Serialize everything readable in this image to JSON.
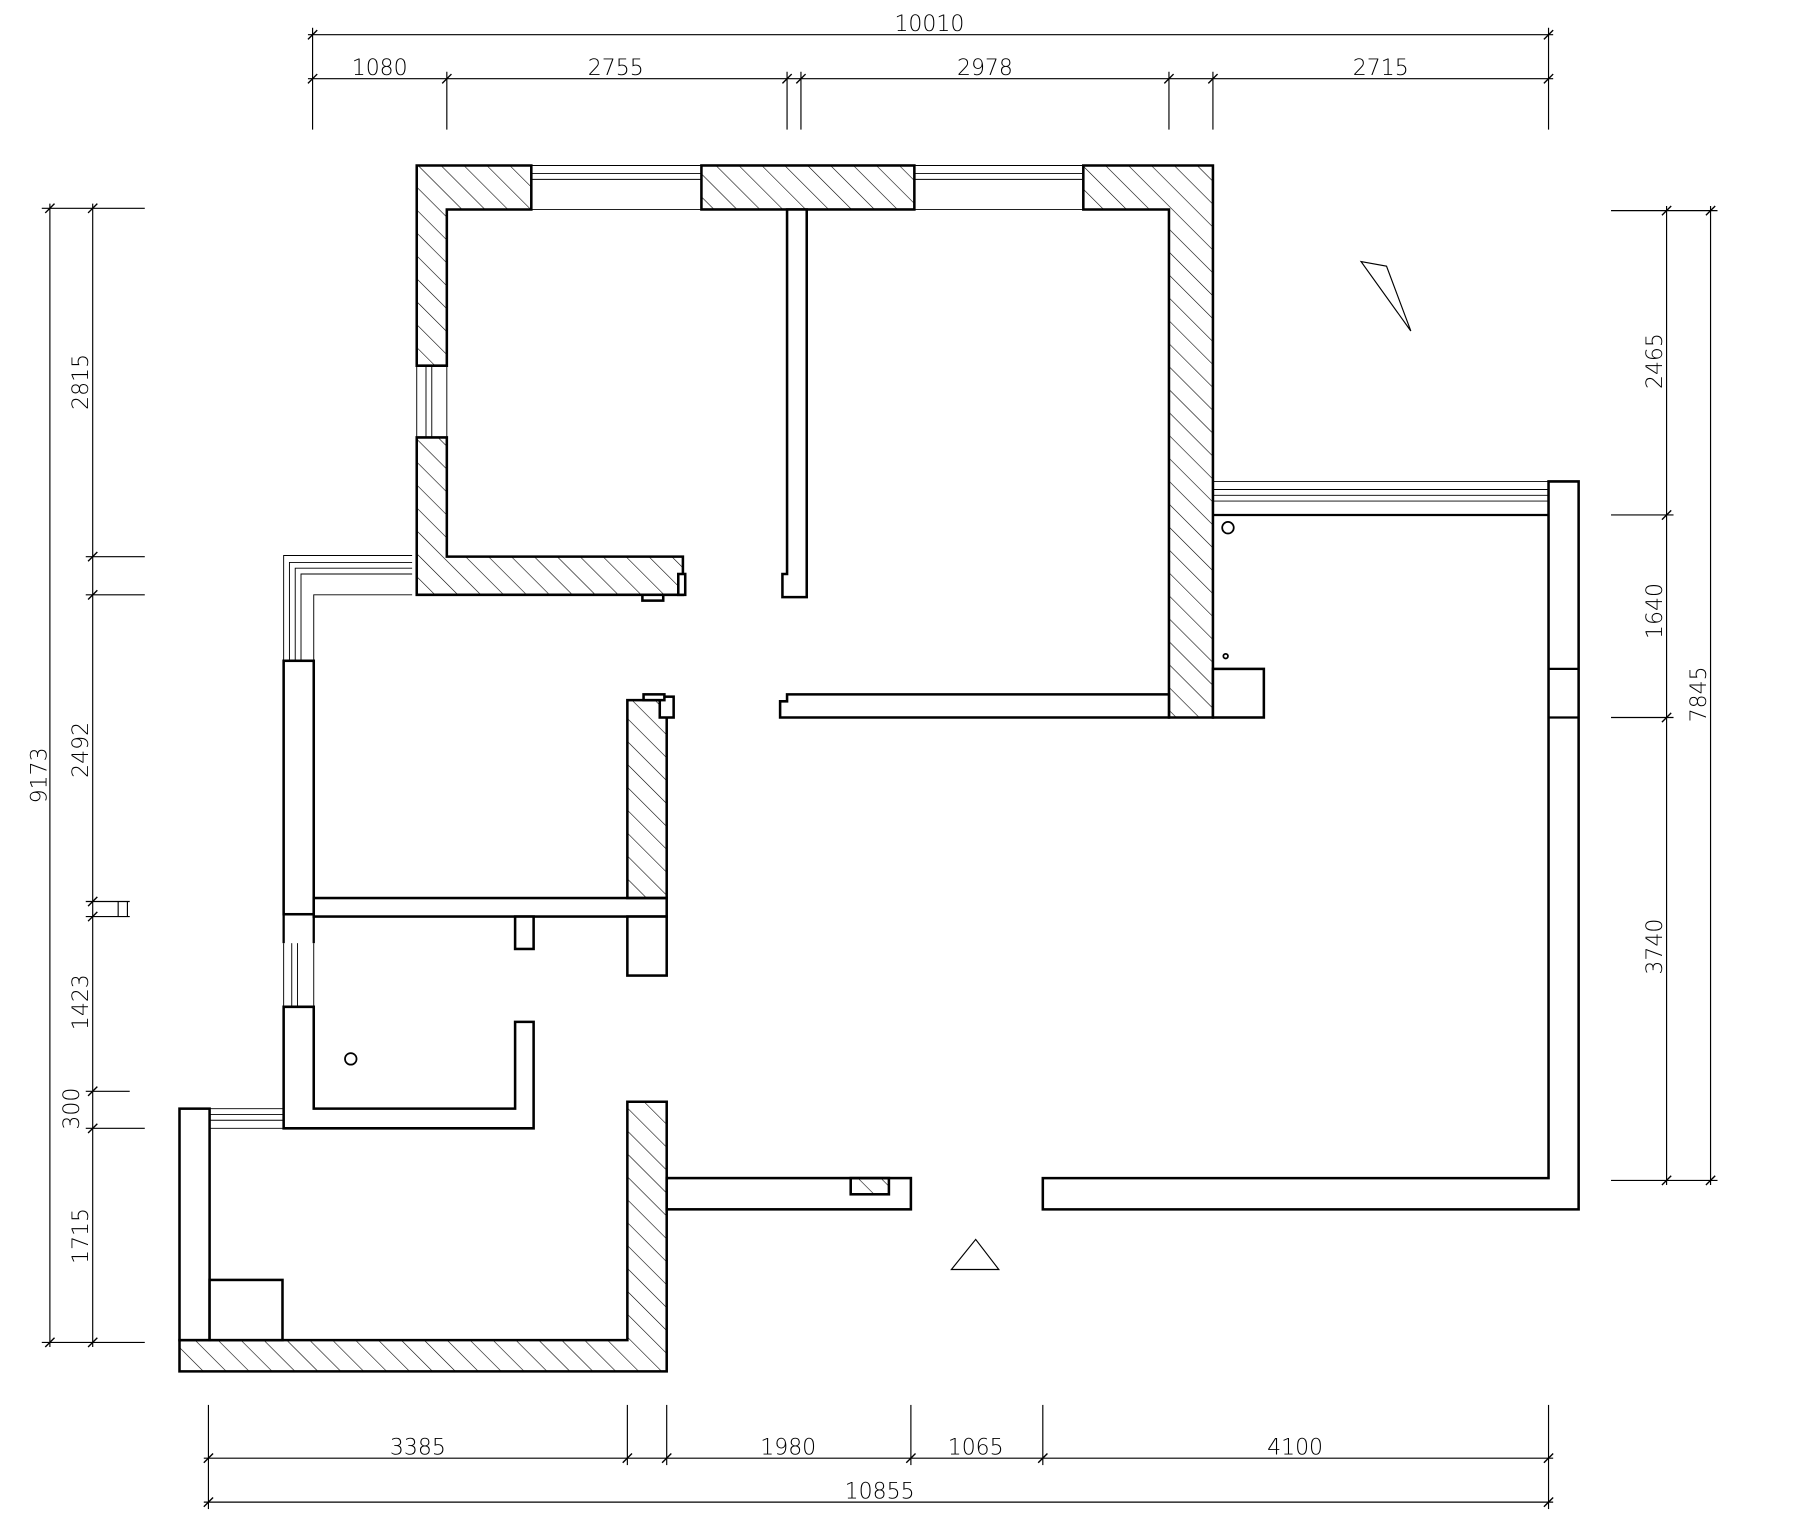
{
  "dimensions": {
    "top_total": "10010",
    "top": [
      "1080",
      "2755",
      "2978",
      "2715"
    ],
    "left_total": "9173",
    "left": [
      "2815",
      "2492",
      "1423",
      "300",
      "1715"
    ],
    "right_total": "7845",
    "right": [
      "2465",
      "1640",
      "3740"
    ],
    "bottom": [
      "3385",
      "1980",
      "1065",
      "4100"
    ],
    "bottom_total": "10855"
  }
}
